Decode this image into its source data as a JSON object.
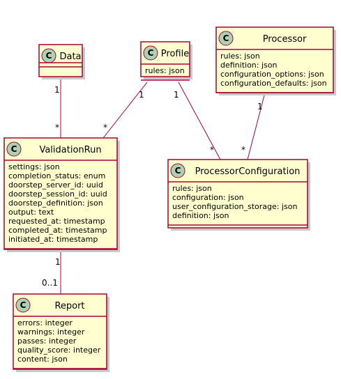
{
  "colors": {
    "class_fill": "#FEFECE",
    "class_border": "#A80036",
    "circle_fill": "#ADD1B2",
    "shadow": "#c9c9c9",
    "edge": "#A80036"
  },
  "classes": {
    "data": {
      "name": "Data",
      "attributes": []
    },
    "profile": {
      "name": "Profile",
      "attributes": [
        "rules: json"
      ]
    },
    "processor": {
      "name": "Processor",
      "attributes": [
        "rules: json",
        "definition: json",
        "configuration_options: json",
        "configuration_defaults: json"
      ]
    },
    "validationrun": {
      "name": "ValidationRun",
      "attributes": [
        "settings: json",
        "completion_status: enum",
        "doorstep_server_id: uuid",
        "doorstep_session_id: uuid",
        "doorstep_definition: json",
        "output: text",
        "requested_at: timestamp",
        "completed_at: timestamp",
        "initiated_at: timestamp"
      ]
    },
    "processorconfiguration": {
      "name": "ProcessorConfiguration",
      "attributes": [
        "rules: json",
        "configuration: json",
        "user_configuration_storage: json",
        "definition: json"
      ]
    },
    "report": {
      "name": "Report",
      "attributes": [
        "errors: integer",
        "warnings: integer",
        "passes: integer",
        "quality_score: integer",
        "content: json"
      ]
    }
  },
  "class_marker": "C",
  "edges": [
    {
      "from": "data",
      "to": "validationrun",
      "from_mult": "1",
      "to_mult": "*"
    },
    {
      "from": "profile",
      "to": "validationrun",
      "from_mult": "1",
      "to_mult": "*"
    },
    {
      "from": "profile",
      "to": "processorconfiguration",
      "from_mult": "1",
      "to_mult": "*"
    },
    {
      "from": "processor",
      "to": "processorconfiguration",
      "from_mult": "1",
      "to_mult": "*"
    },
    {
      "from": "validationrun",
      "to": "report",
      "from_mult": "1",
      "to_mult": "0..1"
    }
  ]
}
